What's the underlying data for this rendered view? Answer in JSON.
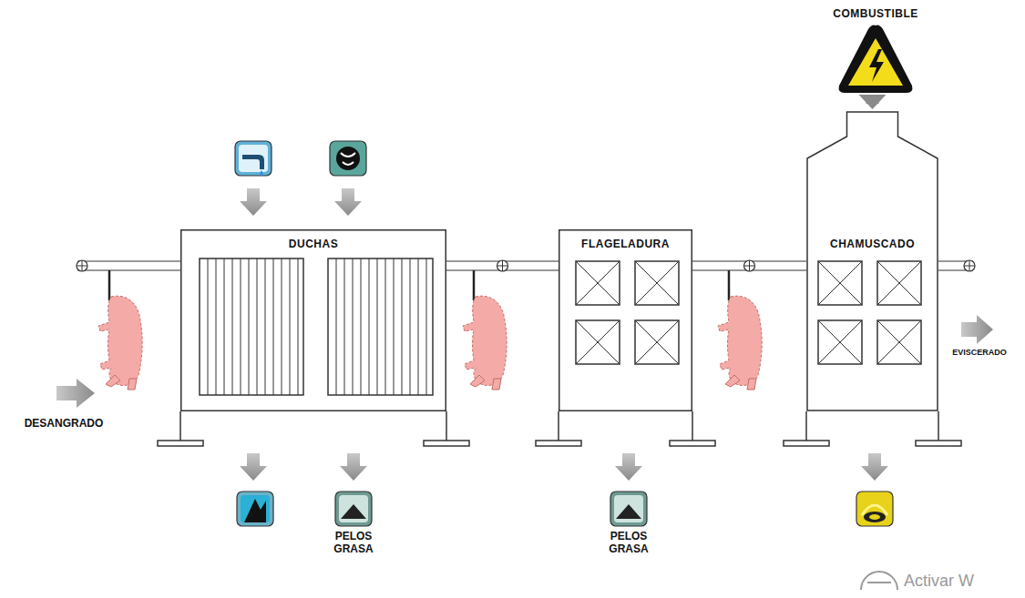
{
  "diagram": {
    "nodes": [
      {
        "text": [
          "COMBUSTIBLE"
        ]
      },
      {
        "text": [
          "DUCHAS"
        ]
      },
      {
        "text": [
          "FLAGELADURA"
        ]
      },
      {
        "text": [
          "CHAMUSCADO"
        ]
      }
    ],
    "edges": [
      {
        "from": 0,
        "to": 3,
        "arrow": "to"
      },
      {
        "from": 1,
        "to": 2,
        "arrow": "none"
      },
      {
        "from": 2,
        "to": 3,
        "arrow": "none"
      }
    ],
    "labels": [
      "DESANGRADO",
      "EVISCERADO",
      "PELOS GRASA",
      "PELOS GRASA",
      "Activar W"
    ]
  }
}
